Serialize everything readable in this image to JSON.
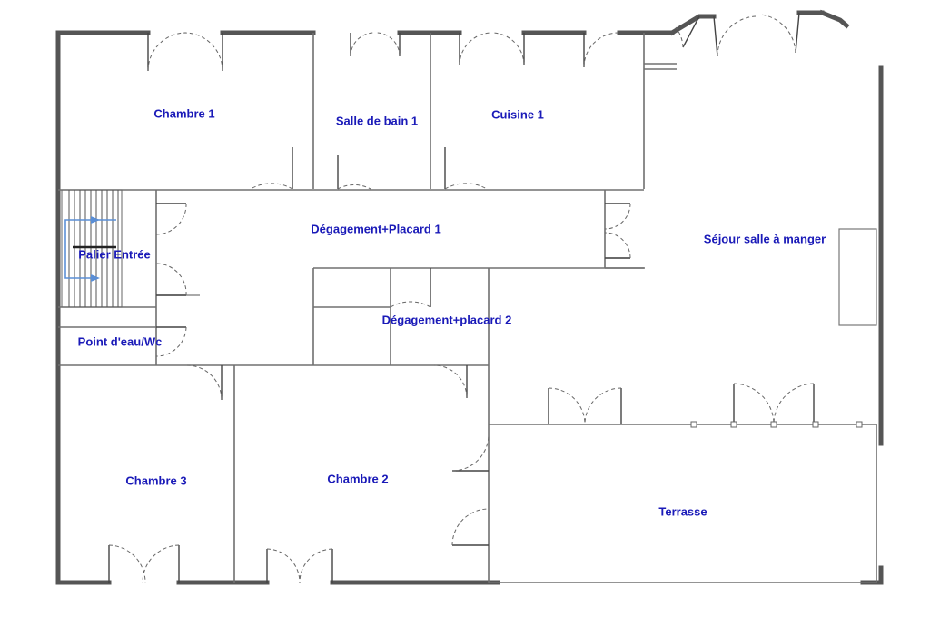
{
  "plan": {
    "rooms": [
      {
        "id": "chambre-1",
        "label": "Chambre 1"
      },
      {
        "id": "salle-de-bain-1",
        "label": "Salle de bain 1"
      },
      {
        "id": "cuisine-1",
        "label": "Cuisine 1"
      },
      {
        "id": "degagement-placard-1",
        "label": "Dégagement+Placard 1"
      },
      {
        "id": "sejour-salle-a-manger",
        "label": "Séjour salle à manger"
      },
      {
        "id": "palier-entree",
        "label": "Palier Entrée"
      },
      {
        "id": "point-eau-wc",
        "label": "Point d'eau/Wc"
      },
      {
        "id": "degagement-placard-2",
        "label": "Dégagement+placard 2"
      },
      {
        "id": "chambre-3",
        "label": "Chambre 3"
      },
      {
        "id": "chambre-2",
        "label": "Chambre 2"
      },
      {
        "id": "terrasse",
        "label": "Terrasse"
      }
    ],
    "colors": {
      "label": "#1a1ab8",
      "wall": "#555555",
      "stair_arrow": "#5b8fd6",
      "background": "#ffffff"
    }
  }
}
